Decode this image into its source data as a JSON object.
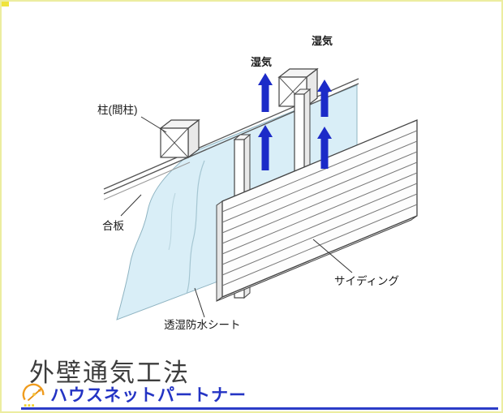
{
  "diagram": {
    "labels": {
      "pillar": "柱(間柱)",
      "plywood": "合板",
      "moisture_left": "湿気",
      "moisture_right": "湿気",
      "sheet": "透湿防水シート",
      "siding": "サイディング"
    },
    "colors": {
      "arrow_blue": "#1c2bc8",
      "moisture_text_blue": "#1e31d4",
      "sheet_fill": "#d9eef7",
      "sheet_edge": "#8fb4c2"
    }
  },
  "footer": {
    "title": "外壁通気工法",
    "brand": "ハウスネットパートナー",
    "colors": {
      "brand_blue": "#2434c4",
      "rule_blue": "#2b3cc8",
      "icon_orange": "#f09c1e"
    }
  }
}
